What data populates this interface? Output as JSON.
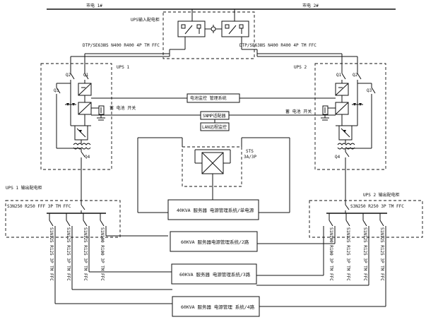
{
  "mains": {
    "label_1": "市电 1#",
    "label_2": "市电 2#"
  },
  "ups_input_cabinet": {
    "title": "UPS输入配电柜",
    "breaker_left": "DTP/SE63ⅢS N400 R400 4P TM FFC",
    "breaker_right": "DTP/SE63ⅢS N400 R400 4P TM FFC"
  },
  "ups1": {
    "title": "UPS 1",
    "switches": [
      "Q2",
      "Q1",
      "Q3",
      "Q4"
    ],
    "battery_label": "蓄 电池 开关"
  },
  "ups2": {
    "title": "UPS 2",
    "switches": [
      "Q1",
      "Q2",
      "Q3",
      "Q4"
    ],
    "battery_label": "蓄 电池 开关"
  },
  "center": {
    "battery_monitor": "电池监控 管理系统",
    "snmp": "SNMP适配器",
    "lan": "LAN远程监控",
    "sts_title": "STS",
    "sts_rating": "3A/3P"
  },
  "ups1_output_cabinet": {
    "title": "UPS 1 输出配电柜",
    "main_breaker": "S3N250 R250 FFF 3P TM FFC",
    "branches": [
      "S1N100 R100 3P TM FFC",
      "S1N125 R125 3P TM FFC",
      "S1N125 R125 3P TM FFC",
      "S1N125 R125 3P TM FFC"
    ]
  },
  "ups2_output_cabinet": {
    "title": "UPS 2 输出配电柜",
    "main_breaker": "S3N250 R250 3P TM FFC",
    "branches": [
      "S1N100 R100 3P TM FFC",
      "S1N125 R125 3P TM FFC",
      "S1N125 R125 3P TM FFC",
      "S1N125 R125 3P TM FFC"
    ]
  },
  "loads": [
    "40KVA 服务器 电源管理系统/单电源",
    "60KVA 服务器电源管理系统/2路",
    "60KVA 服务器 电源管理系统/3路",
    "60KVA 服务器 电源管理 系统/4路"
  ]
}
